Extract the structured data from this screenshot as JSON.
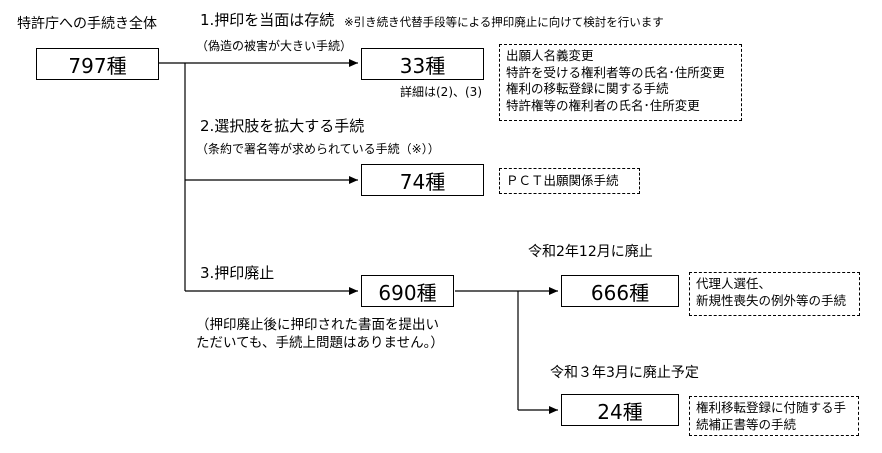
{
  "header_title": "特許庁への手続き全体",
  "root": {
    "count": "797種"
  },
  "branches": [
    {
      "title": "1.押印を当面は存続",
      "note": "※引き続き代替手段等による押印廃止に向けて検討を行います",
      "subtitle": "（偽造の被害が大きい手続）",
      "count": "33種",
      "detail": "詳細は(2)、(3)",
      "examples": [
        "出願人名義変更",
        "特許を受ける権利者等の氏名･住所変更",
        "権利の移転登録に関する手続",
        "特許権等の権利者の氏名･住所変更"
      ]
    },
    {
      "title": "2.選択肢を拡大する手続",
      "subtitle": "（条約で署名等が求められている手続（※））",
      "count": "74種",
      "examples": [
        "ＰＣＴ出願関係手続"
      ]
    },
    {
      "title": "3.押印廃止",
      "count": "690種",
      "notes": [
        "（押印廃止後に押印された書面を提出い",
        "ただいても、手続上問題はありません。）"
      ],
      "sub": [
        {
          "label": "令和2年12月に廃止",
          "count": "666種",
          "examples": [
            "代理人選任、",
            "新規性喪失の例外等の手続"
          ]
        },
        {
          "label": "令和３年3月に廃止予定",
          "count": "24種",
          "examples": [
            "権利移転登録に付随する手",
            "続補正書等の手続"
          ]
        }
      ]
    }
  ]
}
